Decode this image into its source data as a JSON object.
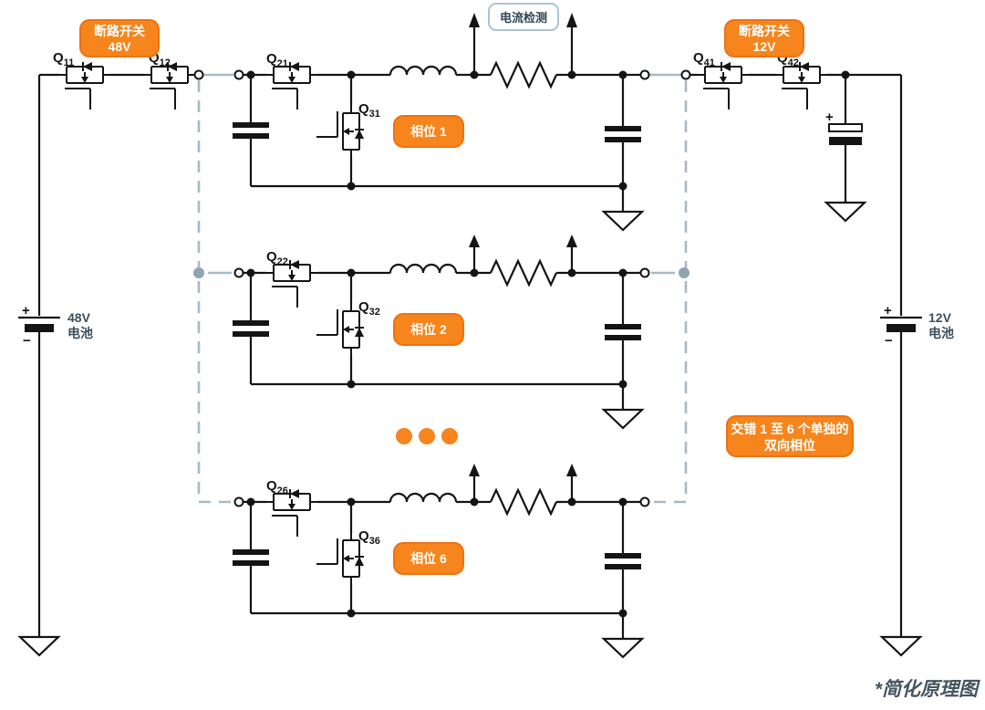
{
  "diagram": {
    "note": "*简化原理图",
    "current_sense_label": "电流检测",
    "breakers": {
      "left": {
        "line1": "断路开关",
        "line2": "48V"
      },
      "right": {
        "line1": "断路开关",
        "line2": "12V"
      }
    },
    "interleave_label": {
      "line1": "交错 1 至 6 个单独的",
      "line2": "双向相位"
    },
    "batteries": {
      "left": {
        "voltage": "48V",
        "name": "电池",
        "plus": "+",
        "minus": "−"
      },
      "right": {
        "voltage": "12V",
        "name": "电池",
        "plus": "+",
        "minus": "−"
      }
    },
    "output_cap_plus": "+",
    "breaker_fets": {
      "q11": {
        "base": "Q",
        "sub": "11"
      },
      "q12": {
        "base": "Q",
        "sub": "12"
      },
      "q41": {
        "base": "Q",
        "sub": "41"
      },
      "q42": {
        "base": "Q",
        "sub": "42"
      }
    },
    "phases": [
      {
        "label": "相位 1",
        "high_side": {
          "base": "Q",
          "sub": "21"
        },
        "low_side": {
          "base": "Q",
          "sub": "31"
        }
      },
      {
        "label": "相位 2",
        "high_side": {
          "base": "Q",
          "sub": "22"
        },
        "low_side": {
          "base": "Q",
          "sub": "32"
        }
      },
      {
        "label": "相位 6",
        "high_side": {
          "base": "Q",
          "sub": "26"
        },
        "low_side": {
          "base": "Q",
          "sub": "36"
        }
      }
    ],
    "colors": {
      "accent_orange": "#f5851c",
      "accent_orange_border": "#ee7212",
      "bus_gray": "#a7bac6",
      "wire_ink": "#141414",
      "label_slate": "#3c4f5c",
      "sense_border_blue": "#a9c4d4"
    }
  }
}
